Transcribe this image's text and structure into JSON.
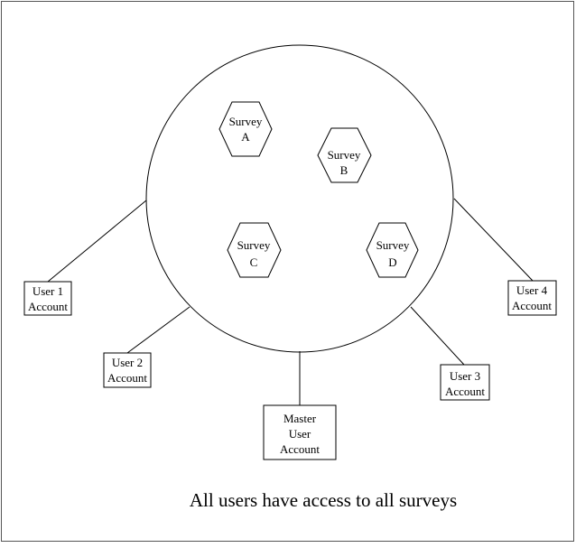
{
  "diagram": {
    "caption": "All users have access to all surveys",
    "surveys": [
      {
        "line1": "Survey",
        "line2": "A"
      },
      {
        "line1": "Survey",
        "line2": "B"
      },
      {
        "line1": "Survey",
        "line2": "C"
      },
      {
        "line1": "Survey",
        "line2": "D"
      }
    ],
    "accounts": {
      "user1": {
        "line1": "User 1",
        "line2": "Account"
      },
      "user2": {
        "line1": "User 2",
        "line2": "Account"
      },
      "user3": {
        "line1": "User 3",
        "line2": "Account"
      },
      "user4": {
        "line1": "User 4",
        "line2": "Account"
      },
      "master": {
        "line1": "Master",
        "line2": "User",
        "line3": "Account"
      }
    }
  }
}
